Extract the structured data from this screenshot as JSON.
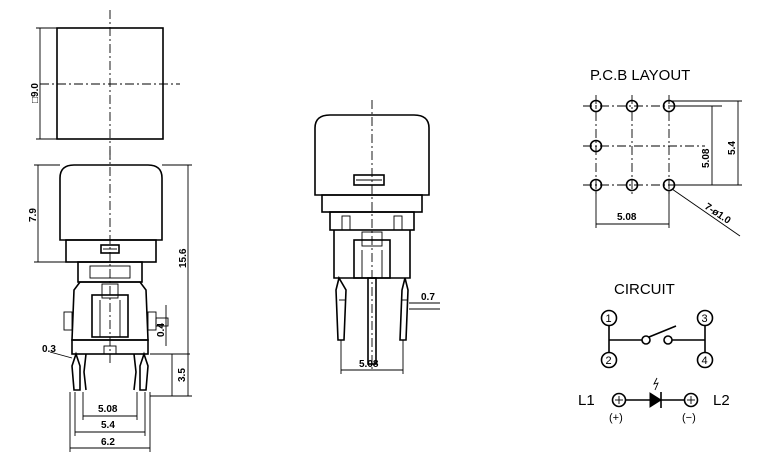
{
  "dims": {
    "square": "□9.0",
    "h79": "7.9",
    "h156": "15.6",
    "d04": "0.4",
    "d03": "0.3",
    "d35": "3.5",
    "w508": "5.08",
    "w54": "5.4",
    "w62": "6.2",
    "mid07": "0.7",
    "mid508": "5.08",
    "pcb508h": "5.08",
    "pcb54h": "5.4",
    "pcb508w": "5.08",
    "hole": "7-ø1.0"
  },
  "pcb": {
    "title": "P.C.B  LAYOUT"
  },
  "circuit": {
    "title": "CIRCUIT",
    "pin1": "1",
    "pin2": "2",
    "pin3": "3",
    "pin4": "4",
    "l1": "L1",
    "l2": "L2",
    "plus": "(+)",
    "minus": "(−)"
  }
}
